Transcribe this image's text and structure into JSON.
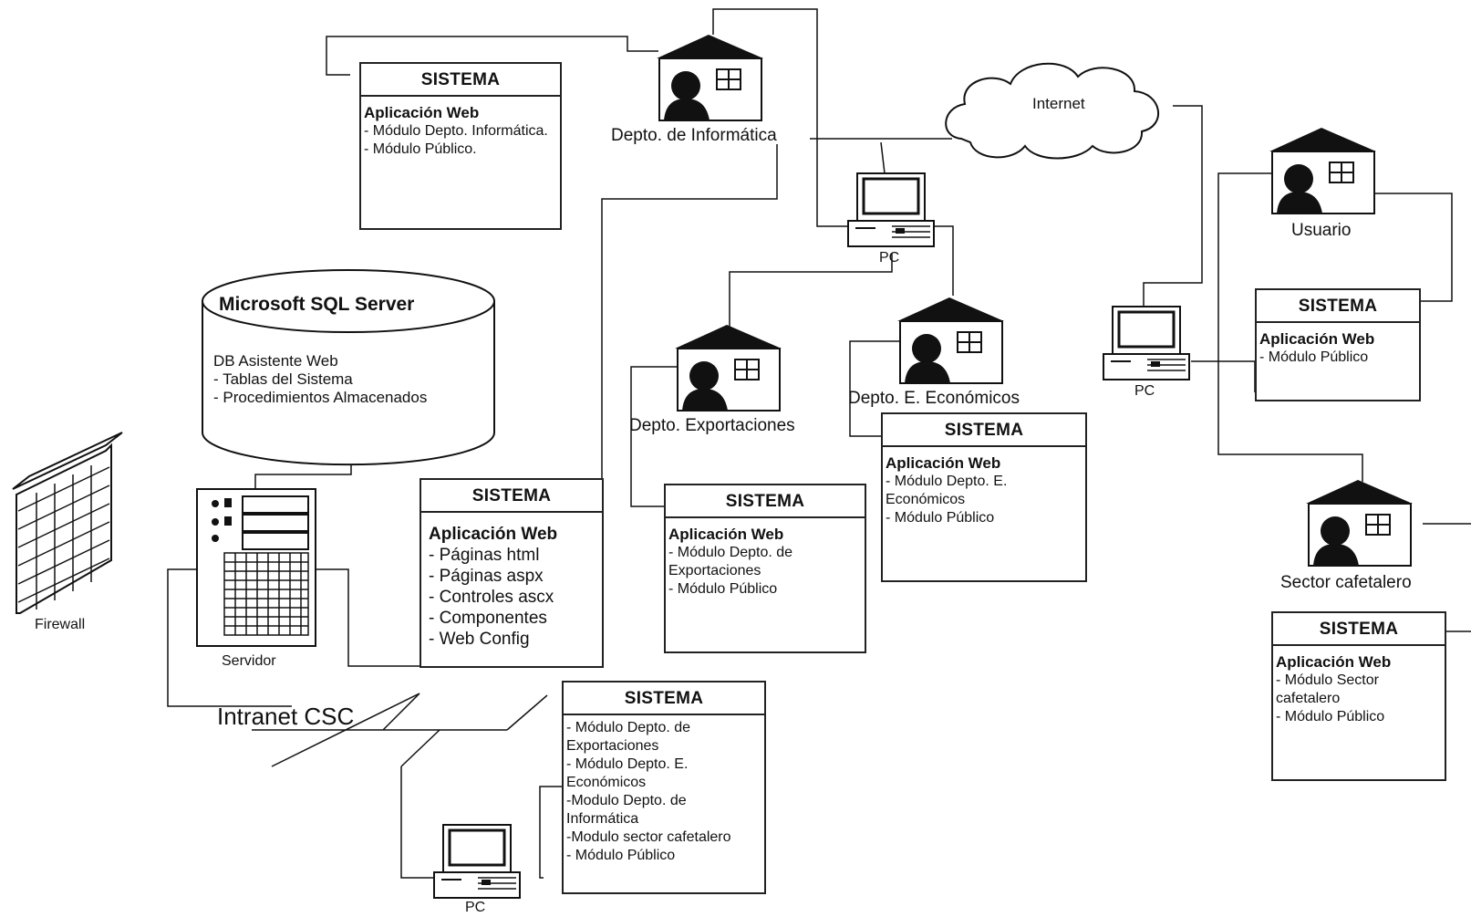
{
  "cloud": {
    "label": "Internet"
  },
  "nodes": {
    "informatica": "Depto. de Informática",
    "usuario": "Usuario",
    "exportaciones": "Depto. Exportaciones",
    "economicos": "Depto. E. Económicos",
    "cafetalero": "Sector cafetalero",
    "servidor": "Servidor",
    "firewall": "Firewall",
    "pc_top": "PC",
    "pc_right": "PC",
    "pc_bottom": "PC"
  },
  "network": {
    "label": "Intranet CSC"
  },
  "database": {
    "title": "Microsoft SQL Server",
    "lines": [
      "DB Asistente Web",
      "- Tablas del Sistema",
      "- Procedimientos Almacenados"
    ]
  },
  "systems": {
    "informatica": {
      "header": "SISTEMA",
      "title": "Aplicación Web",
      "lines": [
        "- Módulo Depto. Informática.",
        "- Módulo Público."
      ]
    },
    "servidor": {
      "header": "SISTEMA",
      "title": "Aplicación Web",
      "lines": [
        "- Páginas html",
        "- Páginas aspx",
        "- Controles ascx",
        "- Componentes",
        "- Web Config"
      ]
    },
    "exportaciones": {
      "header": "SISTEMA",
      "title": "Aplicación Web",
      "lines": [
        "- Módulo Depto. de Exportaciones",
        "- Módulo Público"
      ]
    },
    "economicos": {
      "header": "SISTEMA",
      "title": "Aplicación Web",
      "lines": [
        "- Módulo Depto. E. Económicos",
        "- Módulo Público"
      ]
    },
    "usuario": {
      "header": "SISTEMA",
      "title": "Aplicación Web",
      "lines": [
        "- Módulo Público"
      ]
    },
    "cafetalero": {
      "header": "SISTEMA",
      "title": "Aplicación Web",
      "lines": [
        "- Módulo Sector cafetalero",
        "- Módulo Público"
      ]
    },
    "pc": {
      "header": "SISTEMA",
      "lines": [
        "- Módulo Depto. de Exportaciones",
        "- Módulo Depto. E. Económicos",
        "-Modulo Depto. de Informática",
        "-Modulo sector cafetalero",
        "- Módulo Público"
      ]
    }
  }
}
